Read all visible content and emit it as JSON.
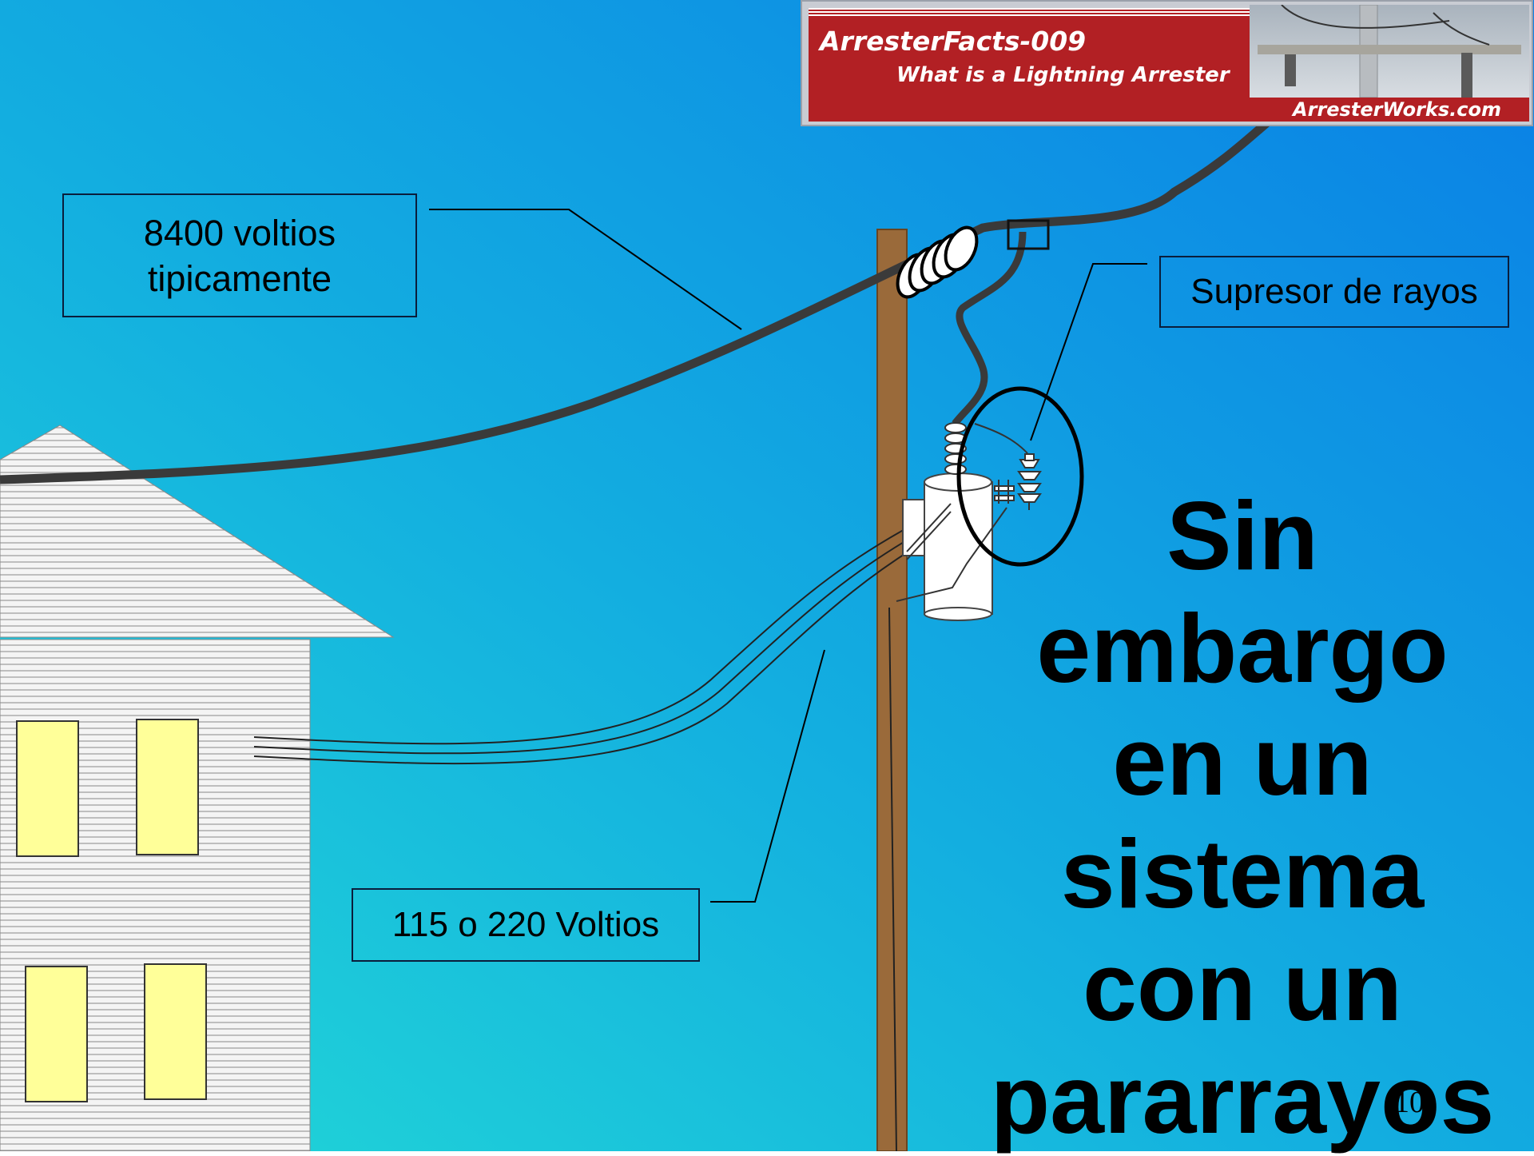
{
  "banner": {
    "title": "ArresterFacts-009",
    "subtitle": "What is a Lightning Arrester",
    "site": "ArresterWorks.com"
  },
  "labels": {
    "voltage_high_line1": "8400 voltios",
    "voltage_high_line2": "tipicamente",
    "arrester": "Supresor de rayos",
    "voltage_low": "115 o 220 Voltios"
  },
  "statement": [
    "Sin",
    "embargo",
    "en un",
    "sistema",
    "con un",
    "pararrayos"
  ],
  "page_number": "10",
  "colors": {
    "background_top": "#0a84e8",
    "background_bottom": "#22d6d8",
    "pole": "#9a6a3a",
    "window": "#ffff99",
    "banner_red": "#b22024"
  }
}
